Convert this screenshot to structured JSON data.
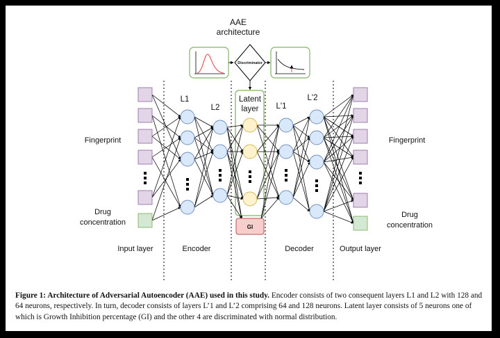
{
  "title": {
    "line1": "AAE",
    "line2": "architecture"
  },
  "discriminator_label": "Discriminator",
  "gi_label": "GI",
  "layers": {
    "l1": "L1",
    "l2": "L2",
    "latent_line1": "Latent",
    "latent_line2": "layer",
    "lp1": "L'1",
    "lp2": "L'2"
  },
  "inputs": {
    "fingerprint": "Fingerprint",
    "drug_line1": "Drug",
    "drug_line2": "concentration"
  },
  "outputs": {
    "fingerprint": "Fingerprint",
    "drug_line1": "Drug",
    "drug_line2": "concentration"
  },
  "sections": {
    "input": "Input layer",
    "encoder": "Encoder",
    "decoder": "Decoder",
    "output": "Output layer"
  },
  "caption": {
    "bold": "Figure 1: Architecture of Adversarial Autoencoder (AAE) used in this study.",
    "text": " Encoder consists of two consequent layers L1 and L2 with 128 and 64 neurons, respectively. In turn, decoder consists of layers L’1 and L’2 comprising 64 and 128 neurons. Latent layer consists of 5 neurons one of which is Growth Inhibition percentage (GI) and the other 4 are discriminated with normal distribution."
  },
  "colors": {
    "input_node": "#e1d5e7",
    "input_stroke": "#9673a6",
    "drug_node": "#d5e8d4",
    "drug_stroke": "#82b366",
    "hidden_node": "#dae8fc",
    "hidden_stroke": "#6c8ebf",
    "latent_node": "#fff2cc",
    "latent_stroke": "#d6b656",
    "latent_box": "#82b366",
    "gi_fill": "#f8cecc",
    "gi_stroke": "#b85450"
  }
}
